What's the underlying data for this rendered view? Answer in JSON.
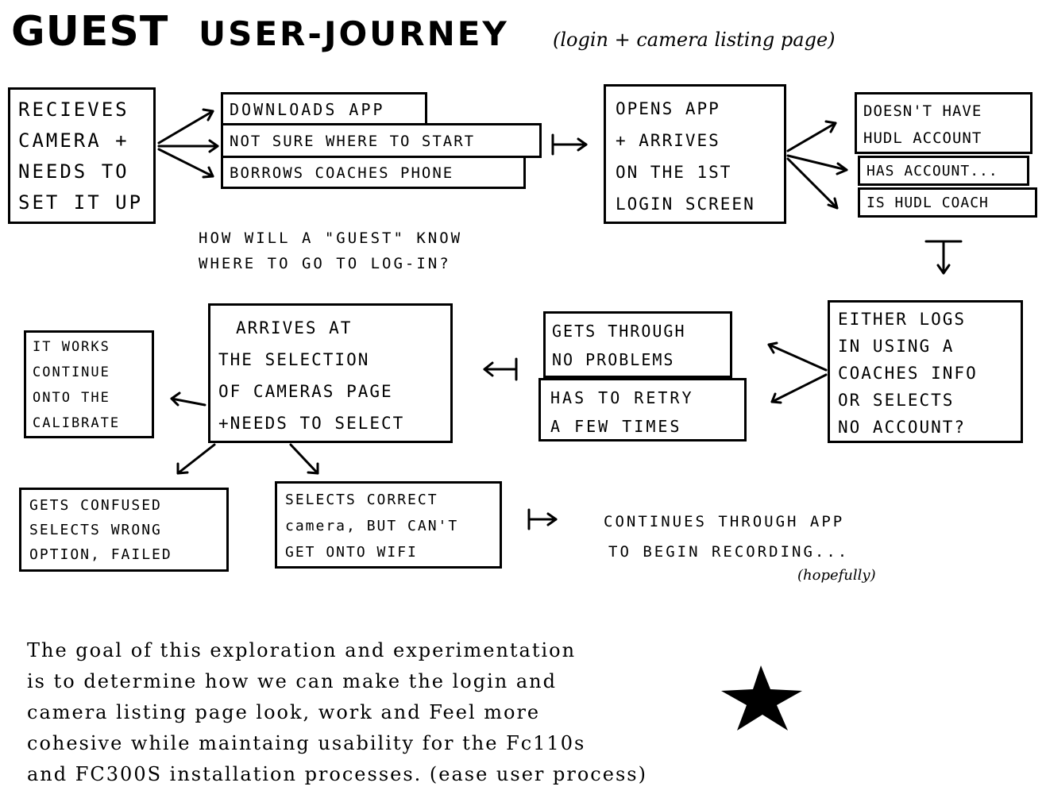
{
  "header": {
    "title_main": "GUEST",
    "title_sub": "USER-JOURNEY",
    "title_paren": "(login + camera listing page)"
  },
  "boxes": {
    "receives": [
      "RECIEVES",
      "CAMERA +",
      "NEEDS TO",
      "SET IT UP"
    ],
    "downloads": "DOWNLOADS APP",
    "not_sure": "NOT SURE WHERE TO START",
    "borrows": "BORROWS COACHES PHONE",
    "opens": [
      "OPENS APP",
      "+ ARRIVES",
      "ON THE 1st",
      "LOGIN SCREEN"
    ],
    "no_account": [
      "DOESN'T HAVE",
      "HUDL ACCOUNT"
    ],
    "has_account": "HAS ACCOUNT...",
    "is_coach": "IS HUDL COACH",
    "either": [
      "EITHER LOGS",
      "IN USING A",
      "COACHES INFO",
      "OR SELECTS",
      "NO ACCOUNT?"
    ],
    "gets_through": [
      "GETS THROUGH",
      "NO PROBLEMS"
    ],
    "retry": [
      "HAS TO RETRY",
      "A FEW TIMES"
    ],
    "arrives": [
      "ARRIVES AT",
      "THE SELECTION",
      "OF CAMERAS PAGE",
      "+NEEDS TO SELECT"
    ],
    "works": [
      "IT WORKS",
      "CONTINUE",
      "ONTO THE",
      "CALIBRATE"
    ],
    "confused": [
      "GETS CONFUSED",
      "SELECTS WRONG",
      "OPTION, FAILED"
    ],
    "correct": [
      "SELECTS CORRECT",
      "camera, BUT CAN'T",
      "GET ONTO WIFI"
    ]
  },
  "notes": {
    "guest_question": [
      "HOW WILL A \"GUEST\" KNOW",
      "WHERE TO GO TO LOG-IN?"
    ],
    "continues": [
      "CONTINUES THROUGH APP",
      "TO BEGIN RECORDING..."
    ],
    "hopefully": "(hopefully)"
  },
  "goal": [
    "The goal of this exploration and experimentation",
    "is to determine how we can make the login and",
    "camera listing page look, work and Feel more",
    "cohesive while maintaing usability for the Fc110s",
    "and FC300S installation processes. (ease user process)"
  ],
  "star": {
    "color": "#000000",
    "icon": "star-icon"
  }
}
